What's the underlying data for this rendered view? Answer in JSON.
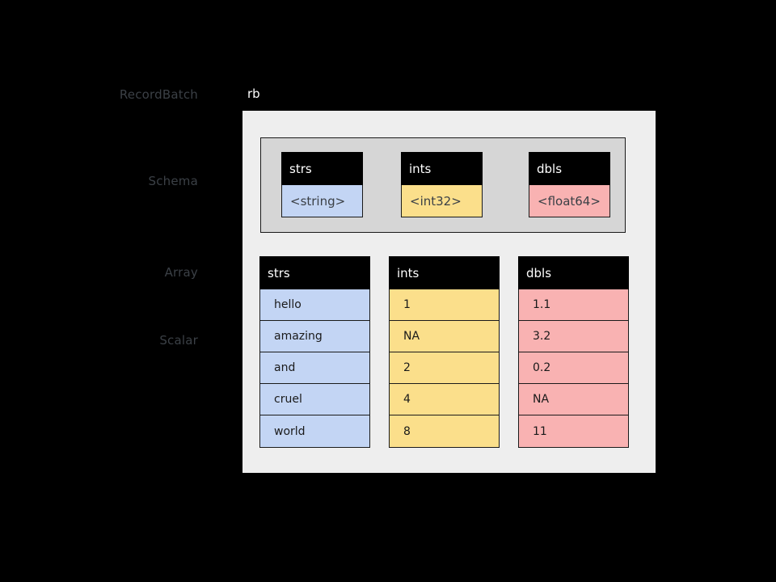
{
  "diagram": {
    "title_label": "rb",
    "side_labels": [
      {
        "id": "recordbatch",
        "text": "RecordBatch"
      },
      {
        "id": "schema",
        "text": "Schema"
      },
      {
        "id": "array",
        "text": "Array"
      },
      {
        "id": "scalar",
        "text": "Scalar"
      }
    ],
    "colors": {
      "background": "#000000",
      "container": "#eeeeee",
      "schema_box": "#d6d6d6",
      "header": "#000000",
      "header_text": "#ffffff",
      "string": "#c3d5f4",
      "int32": "#fbdf8b",
      "float64": "#f9b2b2",
      "label_text": "#3b4046",
      "border": "#1a1a1a"
    },
    "schema": {
      "fields": [
        {
          "name": "strs",
          "type": "<string>",
          "theme": "theme-blue"
        },
        {
          "name": "ints",
          "type": "<int32>",
          "theme": "theme-yellow"
        },
        {
          "name": "dbls",
          "type": "<float64>",
          "theme": "theme-pink"
        }
      ]
    },
    "arrays": {
      "columns": [
        {
          "name": "strs",
          "theme": "theme-blue",
          "values": [
            "hello",
            "amazing",
            "and",
            "cruel",
            "world"
          ]
        },
        {
          "name": "ints",
          "theme": "theme-yellow",
          "values": [
            "1",
            "NA",
            "2",
            "4",
            "8"
          ]
        },
        {
          "name": "dbls",
          "theme": "theme-pink",
          "values": [
            "1.1",
            "3.2",
            "0.2",
            "NA",
            "11"
          ]
        }
      ]
    }
  }
}
